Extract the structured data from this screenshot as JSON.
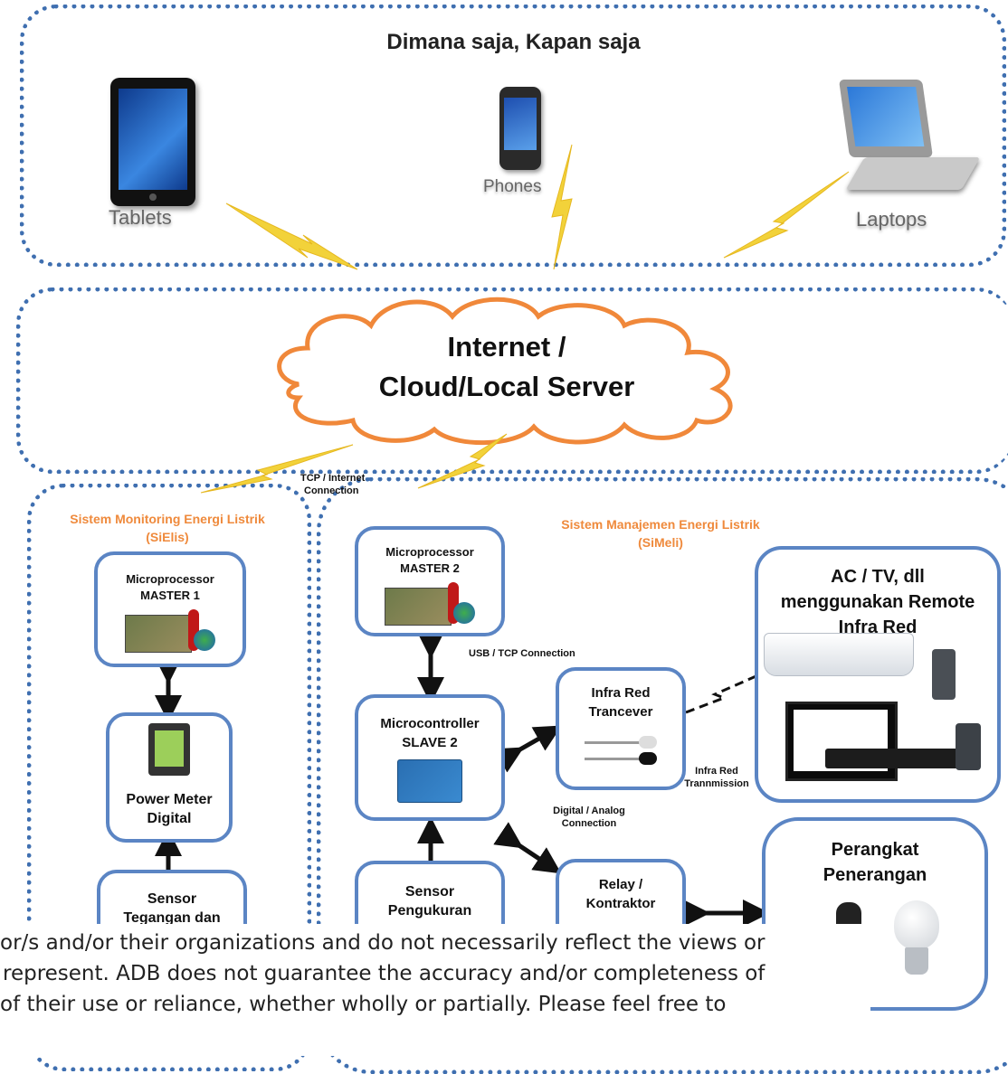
{
  "top_zone": {
    "title": "Dimana saja, Kapan saja",
    "devices": [
      {
        "label": "Tablets",
        "icon": "tablet-icon"
      },
      {
        "label": "Phones",
        "icon": "phone-icon"
      },
      {
        "label": "Laptops",
        "icon": "laptop-icon"
      }
    ]
  },
  "cloud": {
    "line1": "Internet /",
    "line2": "Cloud/Local Server"
  },
  "tcp_label": {
    "line1": "TCP / Internet",
    "line2": "Connection"
  },
  "left_zone": {
    "title_line1": "Sistem Monitoring Energi Listrik",
    "title_line2": "(SiElis)",
    "master": {
      "line1": "Microprocessor",
      "line2": "MASTER 1"
    },
    "power_meter": {
      "line1": "Power Meter",
      "line2": "Digital"
    },
    "sensor": {
      "line1": "Sensor",
      "line2": "Tegangan dan"
    }
  },
  "right_zone": {
    "title_line1": "Sistem Manajemen Energi Listrik",
    "title_line2": "(SiMeli)",
    "master": {
      "line1": "Microprocessor",
      "line2": "MASTER 2"
    },
    "usb_label": "USB / TCP Connection",
    "slave": {
      "line1": "Microcontroller",
      "line2": "SLAVE 2"
    },
    "infrared": {
      "line1": "Infra Red",
      "line2": "Trancever"
    },
    "ir_transmission": {
      "line1": "Infra Red",
      "line2": "Trannmission"
    },
    "digital_label": {
      "line1": "Digital / Analog",
      "line2": "Connection"
    },
    "sensor": {
      "line1": "Sensor",
      "line2": "Pengukuran"
    },
    "relay": {
      "line1": "Relay /",
      "line2": "Kontraktor"
    },
    "ac_tv": {
      "line1": "AC / TV, dll",
      "line2": "menggunakan Remote",
      "line3": "Infra Red"
    },
    "lighting": {
      "line1": "Perangkat",
      "line2": "Penerangan"
    }
  },
  "disclaimer": {
    "line1": "or/s and/or their organizations and do not necessarily reflect the views or",
    "line2": "represent. ADB does not guarantee the accuracy and/or completeness of",
    "line3": " of their use or reliance, whether wholly or partially. Please feel free to"
  },
  "colors": {
    "zone_border": "#3f6fb0",
    "box_border": "#5b85c4",
    "zone_title": "#ef8a3c",
    "cloud_stroke": "#f0883a",
    "lightning": "#f2d23a"
  }
}
